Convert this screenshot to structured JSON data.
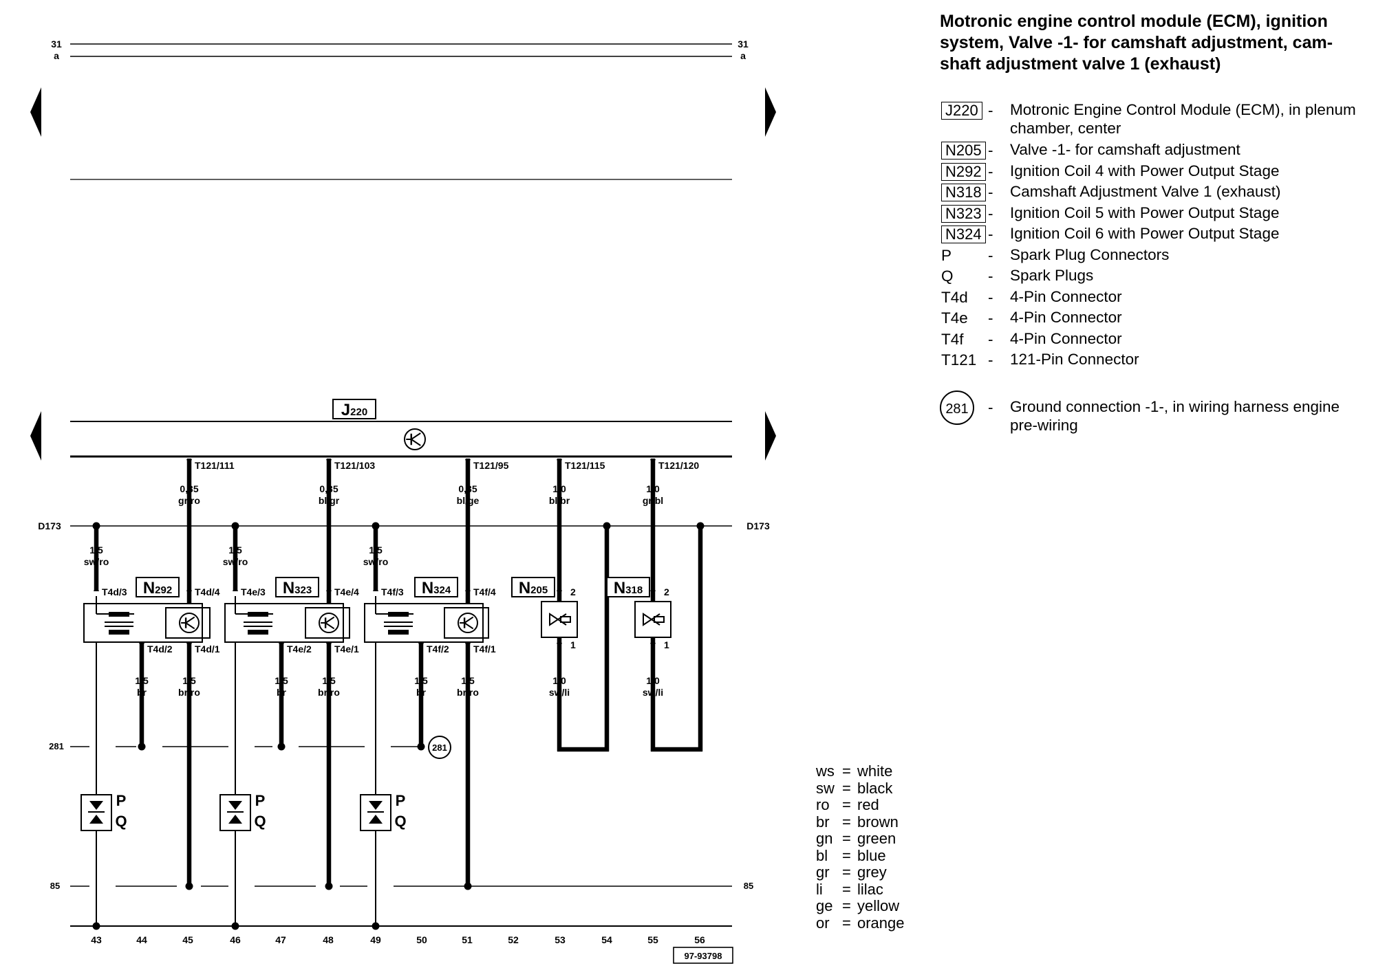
{
  "title": {
    "line1": "Motronic engine control module (ECM), ignition",
    "line2": "system, Valve -1- for camshaft adjustment, cam-",
    "line3": "shaft adjustment valve 1 (exhaust)"
  },
  "legend": [
    {
      "code": "J220",
      "boxed": true,
      "text": "Motronic Engine Control Module (ECM), in plenum chamber, center"
    },
    {
      "code": "N205",
      "boxed": true,
      "text": "Valve -1- for camshaft adjustment"
    },
    {
      "code": "N292",
      "boxed": true,
      "text": "Ignition Coil 4 with Power Output Stage"
    },
    {
      "code": "N318",
      "boxed": true,
      "text": "Camshaft Adjustment Valve 1 (exhaust)"
    },
    {
      "code": "N323",
      "boxed": true,
      "text": "Ignition Coil 5 with Power Output Stage"
    },
    {
      "code": "N324",
      "boxed": true,
      "text": "Ignition Coil 6 with Power Output Stage"
    },
    {
      "code": "P",
      "boxed": false,
      "text": "Spark Plug Connectors"
    },
    {
      "code": "Q",
      "boxed": false,
      "text": "Spark Plugs"
    },
    {
      "code": "T4d",
      "boxed": false,
      "text": "4-Pin Connector"
    },
    {
      "code": "T4e",
      "boxed": false,
      "text": "4-Pin Connector"
    },
    {
      "code": "T4f",
      "boxed": false,
      "text": "4-Pin Connector"
    },
    {
      "code": "T121",
      "boxed": false,
      "text": "121-Pin Connector"
    }
  ],
  "ground_legend": {
    "code": "281",
    "text": "Ground connection -1-, in wiring harness engine pre-wiring"
  },
  "dash": "-",
  "colors": [
    {
      "abbr": "ws",
      "name": "white"
    },
    {
      "abbr": "sw",
      "name": "black"
    },
    {
      "abbr": "ro",
      "name": "red"
    },
    {
      "abbr": "br",
      "name": "brown"
    },
    {
      "abbr": "gn",
      "name": "green"
    },
    {
      "abbr": "bl",
      "name": "blue"
    },
    {
      "abbr": "gr",
      "name": "grey"
    },
    {
      "abbr": "li",
      "name": "lilac"
    },
    {
      "abbr": "ge",
      "name": "yellow"
    },
    {
      "abbr": "or",
      "name": "orange"
    }
  ],
  "equals": "=",
  "diagram": {
    "rail_top_num": "31",
    "rail_top_letter": "a",
    "rail_d173": "D173",
    "rail_281": "281",
    "rail_85": "85",
    "ecm_main": "J",
    "ecm_sub": "220",
    "ground_num": "281",
    "ref_number": "97-93798",
    "columns": [
      "43",
      "44",
      "45",
      "46",
      "47",
      "48",
      "49",
      "50",
      "51",
      "52",
      "53",
      "54",
      "55",
      "56"
    ],
    "ecm_pins": [
      {
        "label": "T121/111",
        "size": "0,35",
        "color": "gr/ro"
      },
      {
        "label": "T121/103",
        "size": "0,35",
        "color": "bl/gr"
      },
      {
        "label": "T121/95",
        "size": "0,35",
        "color": "bl/ge"
      },
      {
        "label": "T121/115",
        "size": "1,0",
        "color": "bl/br"
      },
      {
        "label": "T121/120",
        "size": "1,0",
        "color": "gr/bl"
      }
    ],
    "coils": [
      {
        "main": "N",
        "sub": "292",
        "pin_in": "T4d/3",
        "pin_sig": "T4d/4",
        "pin_gnd": "T4d/2",
        "pin_out": "T4d/1",
        "feed_size": "1,5",
        "feed_color": "sw/ro",
        "gnd_size": "1,5",
        "gnd_color": "br",
        "out_size": "1,5",
        "out_color": "br/ro",
        "plug_p": "P",
        "plug_q": "Q"
      },
      {
        "main": "N",
        "sub": "323",
        "pin_in": "T4e/3",
        "pin_sig": "T4e/4",
        "pin_gnd": "T4e/2",
        "pin_out": "T4e/1",
        "feed_size": "1,5",
        "feed_color": "sw/ro",
        "gnd_size": "1,5",
        "gnd_color": "br",
        "out_size": "1,5",
        "out_color": "br/ro",
        "plug_p": "P",
        "plug_q": "Q"
      },
      {
        "main": "N",
        "sub": "324",
        "pin_in": "T4f/3",
        "pin_sig": "T4f/4",
        "pin_gnd": "T4f/2",
        "pin_out": "T4f/1",
        "feed_size": "1,5",
        "feed_color": "sw/ro",
        "gnd_size": "1,5",
        "gnd_color": "br",
        "out_size": "1,5",
        "out_color": "br/ro",
        "plug_p": "P",
        "plug_q": "Q"
      }
    ],
    "valves": [
      {
        "main": "N",
        "sub": "205",
        "pin_top": "2",
        "pin_bottom": "1",
        "out_size": "1,0",
        "out_color": "sw/li"
      },
      {
        "main": "N",
        "sub": "318",
        "pin_top": "2",
        "pin_bottom": "1",
        "out_size": "1,0",
        "out_color": "sw/li"
      }
    ]
  }
}
